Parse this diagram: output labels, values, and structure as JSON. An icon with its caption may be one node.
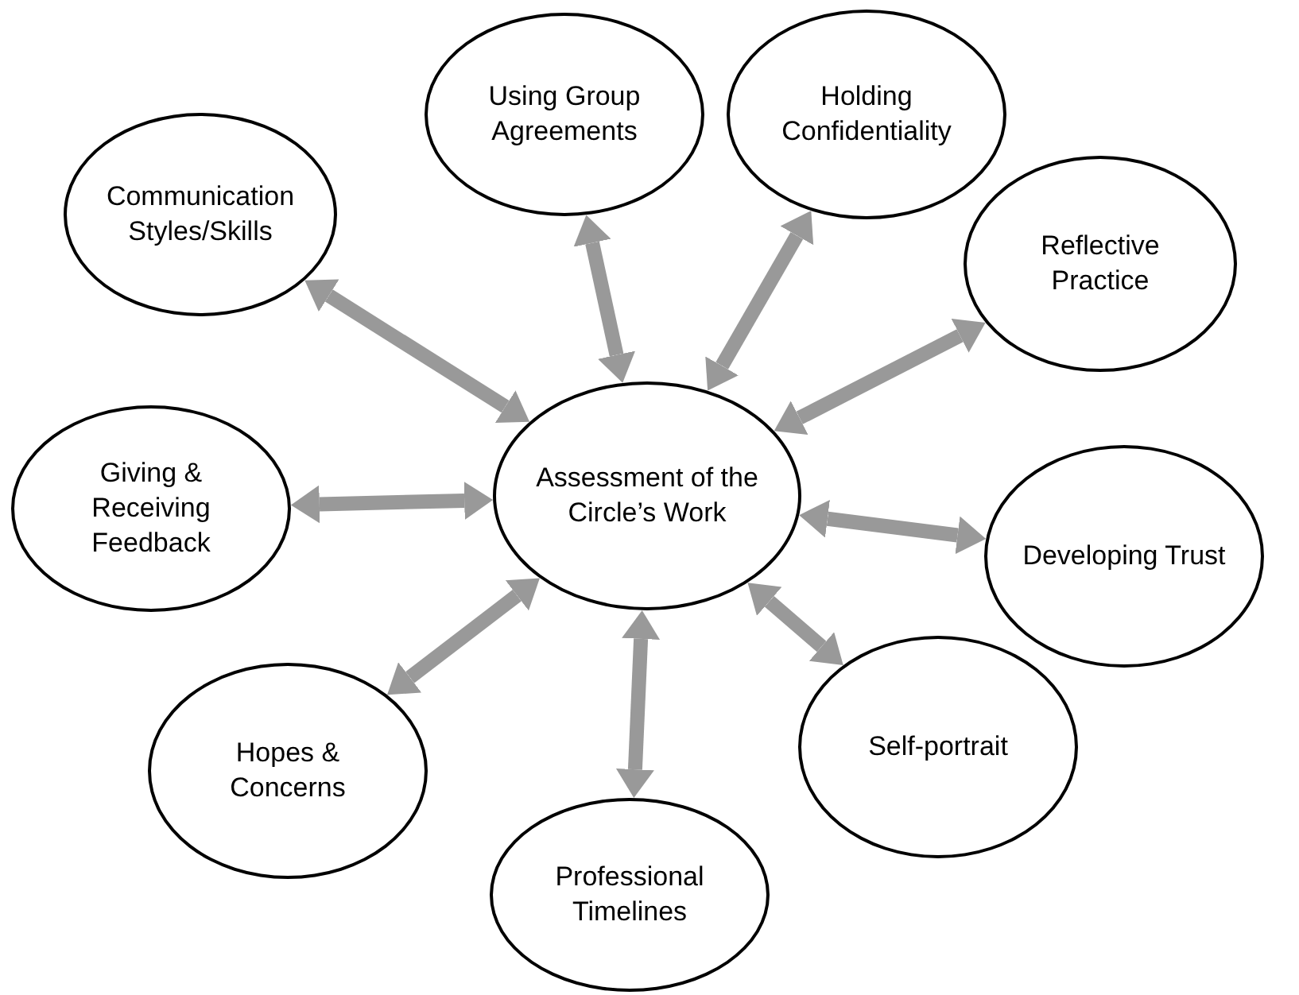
{
  "diagram": {
    "nodes": [
      {
        "text": [
          "Using Group Agreements"
        ]
      },
      {
        "text": [
          "Holding Confidentiality"
        ]
      },
      {
        "text": [
          "Communication Styles/Skills"
        ]
      },
      {
        "text": [
          "Reflective Practice"
        ]
      },
      {
        "text": [
          "Assessment of the Circle’s Work"
        ]
      },
      {
        "text": [
          "Giving & Receiving Feedback"
        ]
      },
      {
        "text": [
          "Developing Trust"
        ]
      },
      {
        "text": [
          "Hopes & Concerns"
        ]
      },
      {
        "text": [
          "Self-portrait"
        ]
      },
      {
        "text": [
          "Professional Timelines"
        ]
      }
    ],
    "edges": [
      {
        "from": 4,
        "to": 0,
        "arrow": "both"
      },
      {
        "from": 4,
        "to": 1,
        "arrow": "both"
      },
      {
        "from": 4,
        "to": 2,
        "arrow": "both"
      },
      {
        "from": 4,
        "to": 3,
        "arrow": "both"
      },
      {
        "from": 4,
        "to": 5,
        "arrow": "both"
      },
      {
        "from": 4,
        "to": 6,
        "arrow": "both"
      },
      {
        "from": 4,
        "to": 7,
        "arrow": "both"
      },
      {
        "from": 4,
        "to": 8,
        "arrow": "both"
      },
      {
        "from": 4,
        "to": 9,
        "arrow": "both"
      }
    ]
  }
}
